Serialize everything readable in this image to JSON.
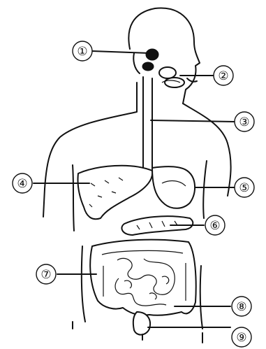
{
  "labels": [
    "①",
    "②",
    "③",
    "④",
    "⑤",
    "⑥",
    "⑦",
    "⑧",
    "⑨"
  ]
}
